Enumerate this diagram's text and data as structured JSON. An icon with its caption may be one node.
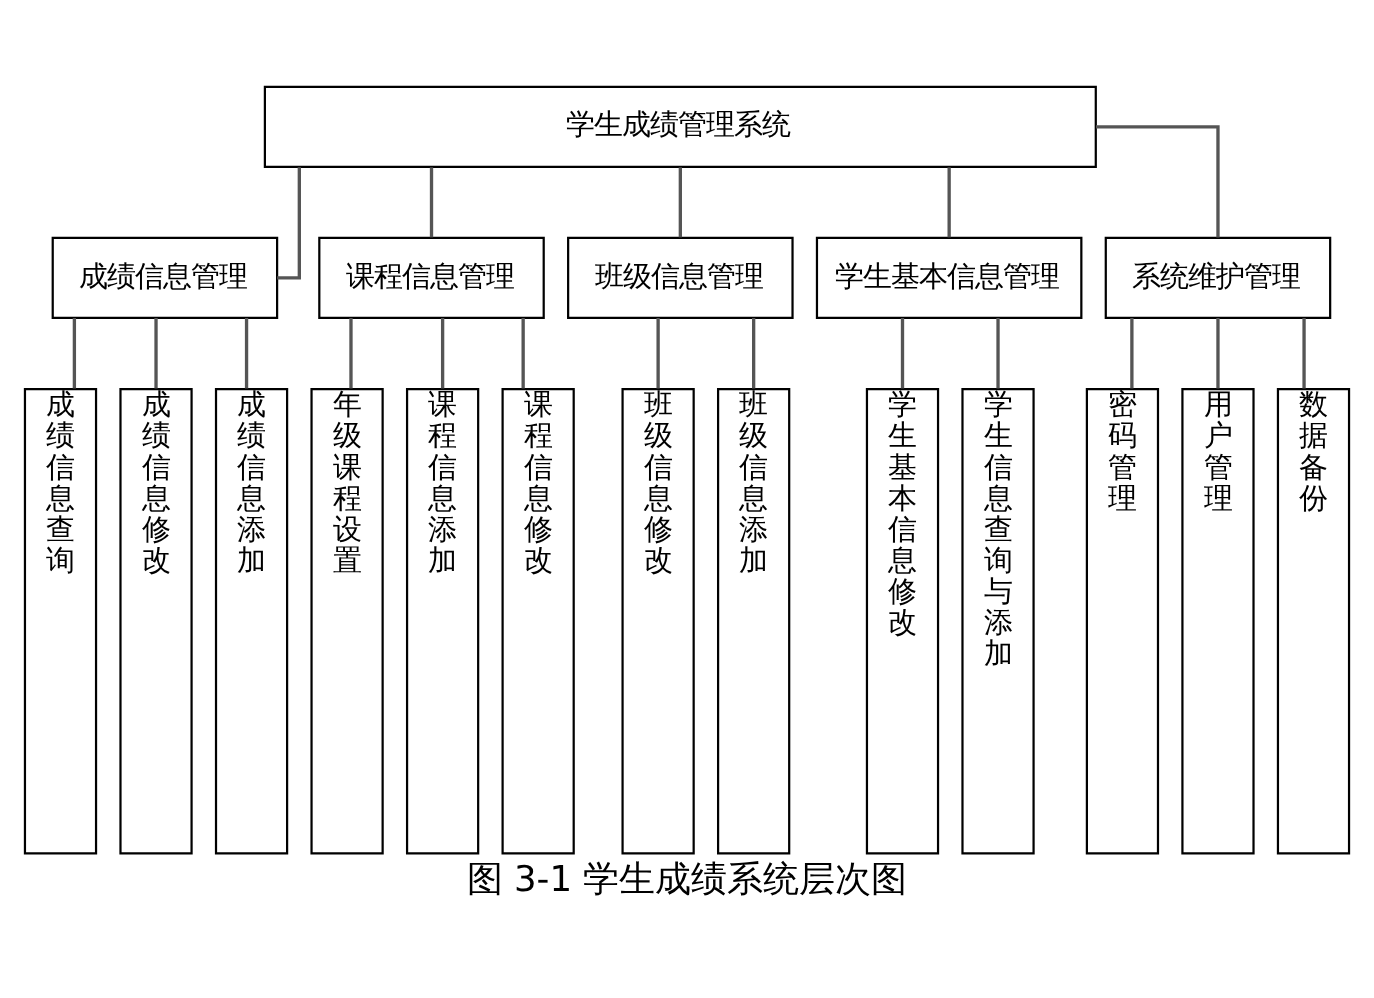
{
  "diagram": {
    "caption": "图 3-1 学生成绩系统层次图",
    "nodes": [
      {
        "text": [
          "学生成绩管理系统"
        ]
      },
      {
        "text": [
          "成绩信息管理"
        ]
      },
      {
        "text": [
          "课程信息管理"
        ]
      },
      {
        "text": [
          "班级信息管理"
        ]
      },
      {
        "text": [
          "学生基本信息管理"
        ]
      },
      {
        "text": [
          "系统维护管理"
        ]
      },
      {
        "text": [
          "成绩信息查询"
        ]
      },
      {
        "text": [
          "成绩信息修改"
        ]
      },
      {
        "text": [
          "成绩信息添加"
        ]
      },
      {
        "text": [
          "年级课程设置"
        ]
      },
      {
        "text": [
          "课程信息添加"
        ]
      },
      {
        "text": [
          "课程信息修改"
        ]
      },
      {
        "text": [
          "班级信息修改"
        ]
      },
      {
        "text": [
          "班级信息添加"
        ]
      },
      {
        "text": [
          "学生基本信息修改"
        ]
      },
      {
        "text": [
          "学生信息查询与添加"
        ]
      },
      {
        "text": [
          "密码管理"
        ]
      },
      {
        "text": [
          "用户管理"
        ]
      },
      {
        "text": [
          "数据备份"
        ]
      }
    ],
    "edges": [
      {
        "from": 0,
        "to": 1,
        "arrow": "none"
      },
      {
        "from": 0,
        "to": 2,
        "arrow": "none"
      },
      {
        "from": 0,
        "to": 3,
        "arrow": "none"
      },
      {
        "from": 0,
        "to": 4,
        "arrow": "none"
      },
      {
        "from": 0,
        "to": 5,
        "arrow": "none"
      },
      {
        "from": 1,
        "to": 6,
        "arrow": "none"
      },
      {
        "from": 1,
        "to": 7,
        "arrow": "none"
      },
      {
        "from": 1,
        "to": 8,
        "arrow": "none"
      },
      {
        "from": 2,
        "to": 9,
        "arrow": "none"
      },
      {
        "from": 2,
        "to": 10,
        "arrow": "none"
      },
      {
        "from": 2,
        "to": 11,
        "arrow": "none"
      },
      {
        "from": 3,
        "to": 12,
        "arrow": "none"
      },
      {
        "from": 3,
        "to": 13,
        "arrow": "none"
      },
      {
        "from": 4,
        "to": 14,
        "arrow": "none"
      },
      {
        "from": 4,
        "to": 15,
        "arrow": "none"
      },
      {
        "from": 5,
        "to": 16,
        "arrow": "none"
      },
      {
        "from": 5,
        "to": 17,
        "arrow": "none"
      },
      {
        "from": 5,
        "to": 18,
        "arrow": "none"
      }
    ]
  }
}
